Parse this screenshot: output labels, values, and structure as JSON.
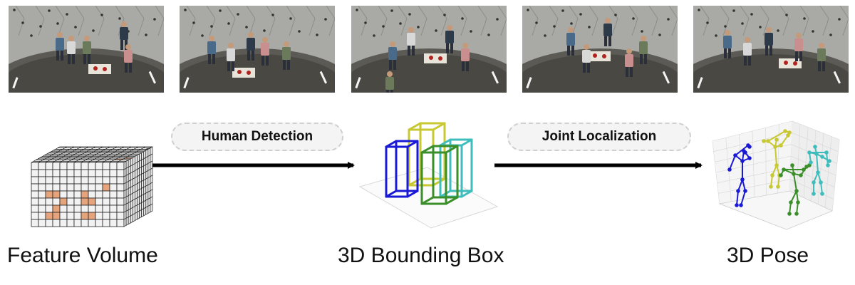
{
  "camera_views": [
    {
      "name": "camera-view-1"
    },
    {
      "name": "camera-view-2"
    },
    {
      "name": "camera-view-3"
    },
    {
      "name": "camera-view-4"
    },
    {
      "name": "camera-view-5"
    }
  ],
  "stages": {
    "feature_volume": "Feature Volume",
    "bounding_box": "3D Bounding Box",
    "pose": "3D Pose"
  },
  "steps": {
    "detection": "Human Detection",
    "localization": "Joint Localization"
  },
  "colors": {
    "person_1": "#1a1ad6",
    "person_2": "#c8c832",
    "person_3": "#3a8f2a",
    "person_4": "#3fbcbc",
    "voxel_fill": "#f2f2f2",
    "voxel_highlight": "#e6a47c",
    "arrow": "#000000"
  }
}
